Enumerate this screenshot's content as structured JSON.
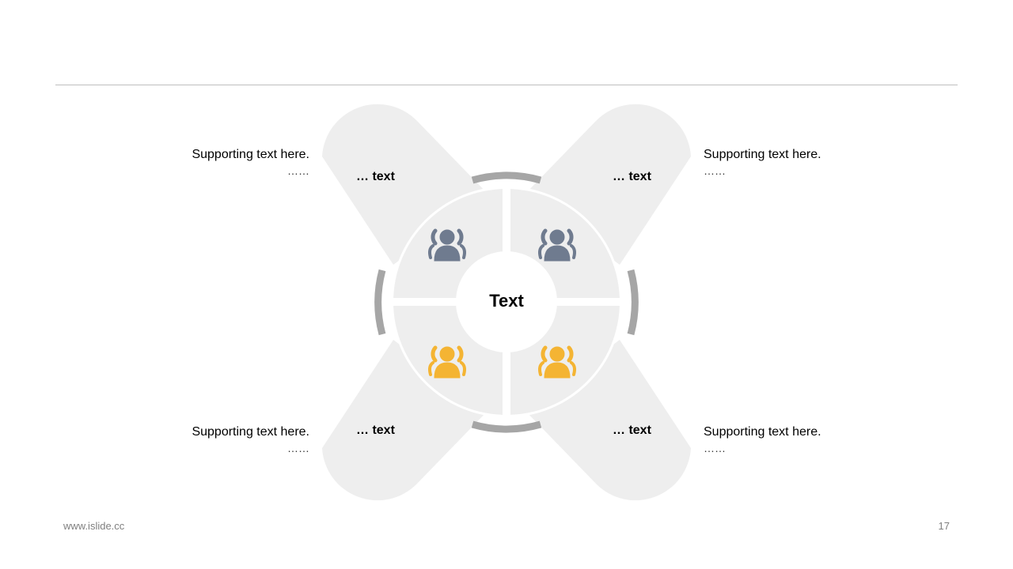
{
  "center": {
    "label": "Text"
  },
  "quadrants": [
    {
      "id": "top-left",
      "label": "… text",
      "support": "Supporting text here.",
      "dots": "……",
      "icon": "people-icon",
      "icon_color": "#6f7b8f"
    },
    {
      "id": "top-right",
      "label": "… text",
      "support": "Supporting text here.",
      "dots": "……",
      "icon": "people-icon",
      "icon_color": "#6f7b8f"
    },
    {
      "id": "bottom-left",
      "label": "… text",
      "support": "Supporting text here.",
      "dots": "……",
      "icon": "people-icon",
      "icon_color": "#f4b433"
    },
    {
      "id": "bottom-right",
      "label": "… text",
      "support": "Supporting text here.",
      "dots": "……",
      "icon": "people-icon",
      "icon_color": "#f4b433"
    }
  ],
  "colors": {
    "petal": "#eeeeee",
    "ring": "#a6a6a6",
    "divider": "#ffffff"
  },
  "footer": {
    "website": "www.islide.cc",
    "page_number": "17"
  }
}
